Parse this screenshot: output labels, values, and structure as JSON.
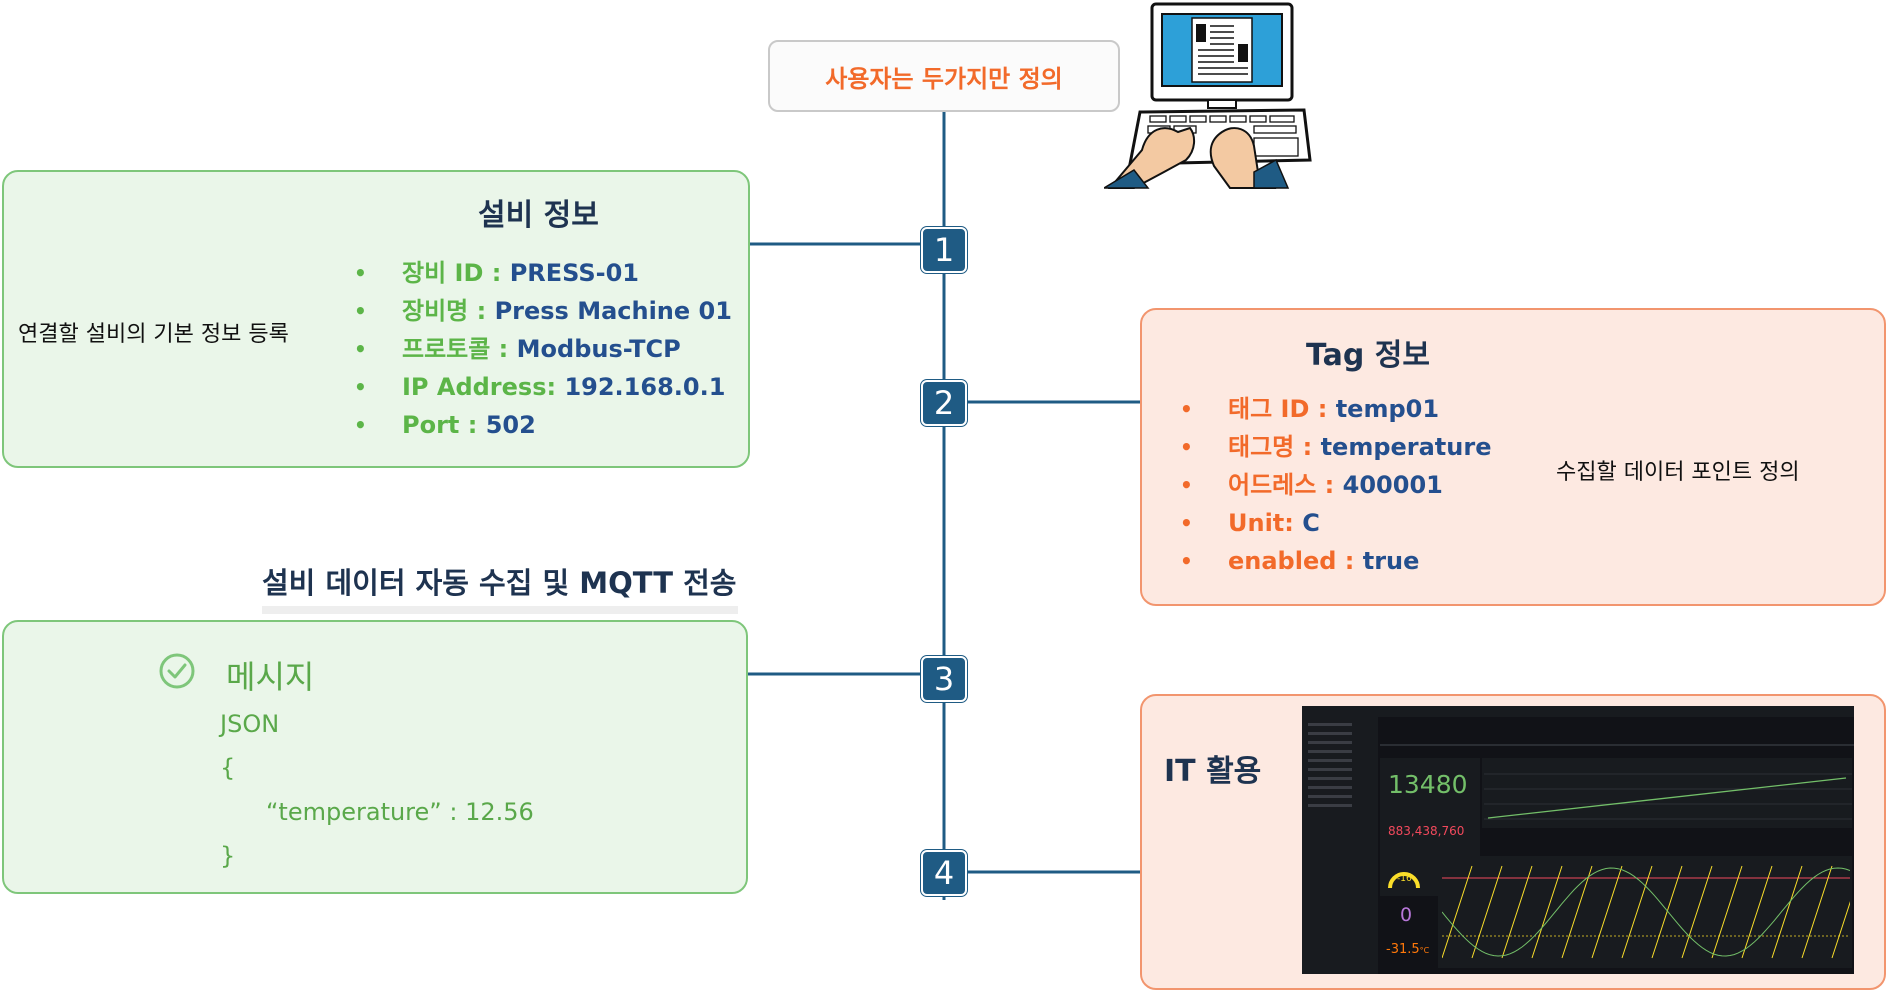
{
  "top_note": "사용자는 두가지만 정의",
  "steps": [
    "1",
    "2",
    "3",
    "4"
  ],
  "equipment": {
    "title": "설비 정보",
    "description": "연결할 설비의 기본 정보 등록",
    "items": [
      {
        "label": "장비 ID : ",
        "value": "PRESS-01"
      },
      {
        "label": "장비명 : ",
        "value": "Press Machine 01"
      },
      {
        "label": "프로토콜 : ",
        "value": "Modbus-TCP"
      },
      {
        "label": "IP Address: ",
        "value": "192.168.0.1"
      },
      {
        "label": "Port : ",
        "value": "502"
      }
    ]
  },
  "tag": {
    "title": "Tag 정보",
    "description": "수집할 데이터 포인트 정의",
    "items": [
      {
        "label": "태그 ID : ",
        "value": "temp01"
      },
      {
        "label": "태그명 : ",
        "value": "temperature"
      },
      {
        "label": "어드레스 : ",
        "value": "400001"
      },
      {
        "label": "Unit: ",
        "value": "C"
      },
      {
        "label": "enabled : ",
        "value": "true"
      }
    ]
  },
  "collection": {
    "heading": "설비 데이터 자동 수집 및 MQTT 전송",
    "message_title": "메시지",
    "format": "JSON",
    "open_brace": "{",
    "entry": "“temperature” : 12.56",
    "close_brace": "}"
  },
  "it_usage": {
    "title": "IT 활용",
    "dashboard": {
      "stat_main": "13480",
      "stat_secondary": "883,438,760",
      "gauge_value": "-16",
      "stat_zero": "0",
      "stat_temp": "-31.5",
      "stat_temp_unit": "°C"
    }
  },
  "colors": {
    "connector": "#1f5b84",
    "green_border": "#7ec67a",
    "peach_border": "#f2956e",
    "accent_orange": "#f26a2a",
    "value_blue": "#244f8e"
  }
}
